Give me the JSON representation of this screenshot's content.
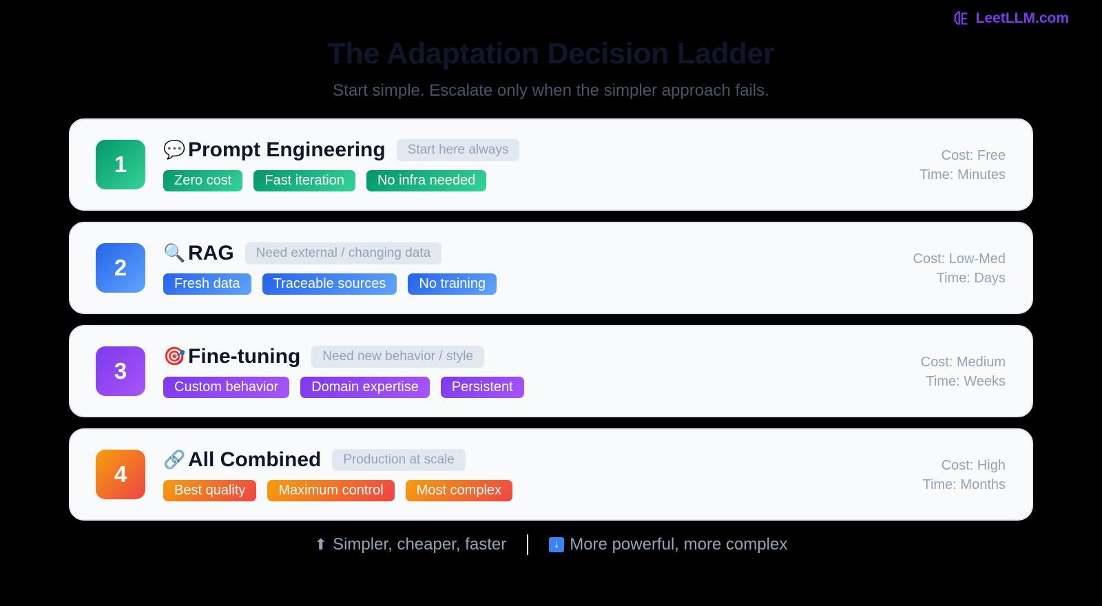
{
  "brand": {
    "name": "LeetLLM.com",
    "color": "#7c3aed",
    "icon": "brain-icon"
  },
  "header": {
    "title": "The Adaptation Decision Ladder",
    "subtitle": "Start simple. Escalate only when the simpler approach fails."
  },
  "steps": [
    {
      "number": "1",
      "icon": "💬",
      "icon_name": "speech-bubble-icon",
      "name": "Prompt Engineering",
      "hint": "Start here always",
      "tags": [
        "Zero cost",
        "Fast iteration",
        "No infra needed"
      ],
      "cost": "Cost: Free",
      "time": "Time: Minutes",
      "color": "#10b981"
    },
    {
      "number": "2",
      "icon": "🔍",
      "icon_name": "magnifier-icon",
      "name": "RAG",
      "hint": "Need external / changing data",
      "tags": [
        "Fresh data",
        "Traceable sources",
        "No training"
      ],
      "cost": "Cost: Low-Med",
      "time": "Time: Days",
      "color": "#3b82f6"
    },
    {
      "number": "3",
      "icon": "🎯",
      "icon_name": "target-icon",
      "name": "Fine-tuning",
      "hint": "Need new behavior / style",
      "tags": [
        "Custom behavior",
        "Domain expertise",
        "Persistent"
      ],
      "cost": "Cost: Medium",
      "time": "Time: Weeks",
      "color": "#8b5cf6"
    },
    {
      "number": "4",
      "icon": "🔗",
      "icon_name": "link-icon",
      "name": "All Combined",
      "hint": "Production at scale",
      "tags": [
        "Best quality",
        "Maximum control",
        "Most complex"
      ],
      "cost": "Cost: High",
      "time": "Time: Months",
      "color": "#f97316"
    }
  ],
  "legend": {
    "up_icon": "⬆",
    "up_label": "Simpler, cheaper, faster",
    "down_icon": "↓",
    "down_label": "More powerful, more complex"
  }
}
